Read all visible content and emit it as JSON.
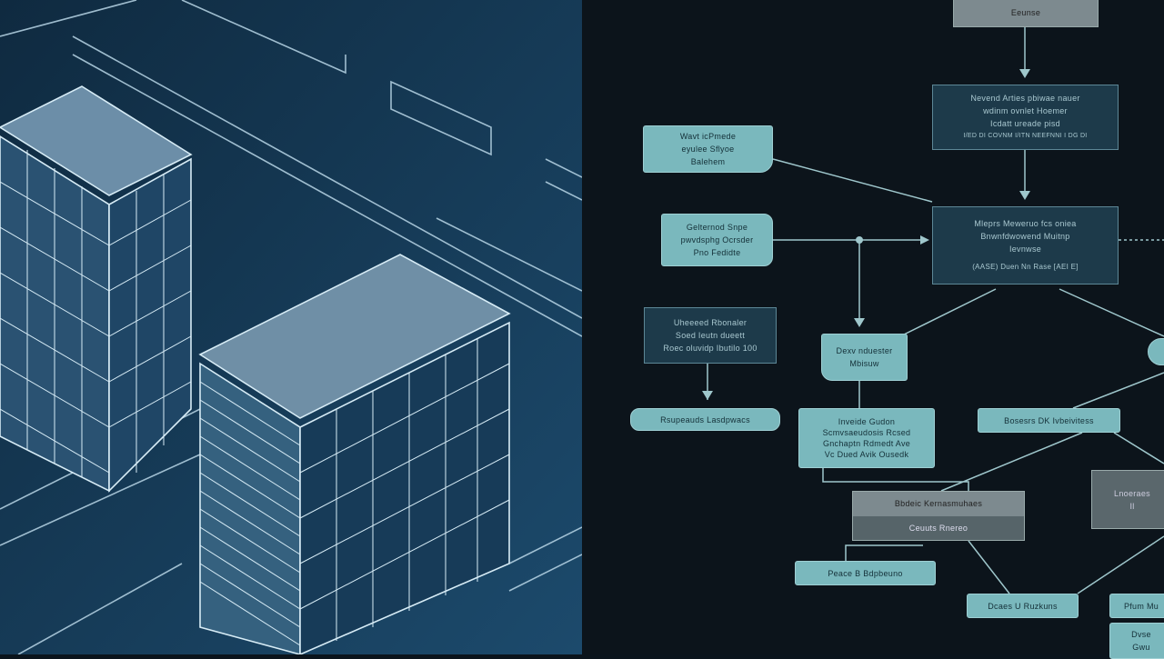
{
  "colors": {
    "left_bg": "#163a57",
    "right_bg": "#0c141b",
    "teal_box": "#7ab8bd",
    "dark_box": "#1d3a4a",
    "line": "#9fc7cc"
  },
  "flowchart": {
    "top": [
      "Eeunse"
    ],
    "a": [
      "Nevend Arties pbiwae nauer",
      "wdinm ovnlet Hoemer",
      "Icdatt ureade pisd",
      "I/ED DI COVNM I/ITN NEEFNNI I DG DI"
    ],
    "b": [
      "Wavt icPmede",
      "eyulee Sflyoe",
      "Balehem"
    ],
    "c": [
      "Gelternod Snpe",
      "pwvdsphg Ocrsder",
      "Pno Fedidte"
    ],
    "d": [
      "Mleprs Meweruo fcs oniea",
      "Bnwnfdwowend Muitnp",
      "Ievnwse",
      "(AASE)   Duen Nn Rase   [AEI E]"
    ],
    "e": [
      "Uheeeed Rbonaler",
      "Soed Ieutn dueett",
      "Roec oluvidp Ibutilo 100"
    ],
    "f": [
      "Dexv nduester",
      "Mbisuw"
    ],
    "g": [
      "Rsupeauds Lasdpwacs"
    ],
    "h": [
      "Inveide Gudon",
      "Scmvsaeudosis Rcsed",
      "Gnchaptn Rdmedt Ave",
      "Vc Dued Avik Ousedk"
    ],
    "i": [
      "Bosesrs DK Ivbeivitess"
    ],
    "j": [
      "Bbdeic Kernasmuhaes",
      "Ceuuts Rnereo"
    ],
    "k": [
      "Peace B Bdpbeuno"
    ],
    "l": [
      "Dcaes U Ruzkuns"
    ],
    "m": [
      "Lnoeraes",
      "Il"
    ],
    "n": [
      "Pfum Mu"
    ],
    "o": [
      "Dvse",
      "Gwu"
    ]
  }
}
